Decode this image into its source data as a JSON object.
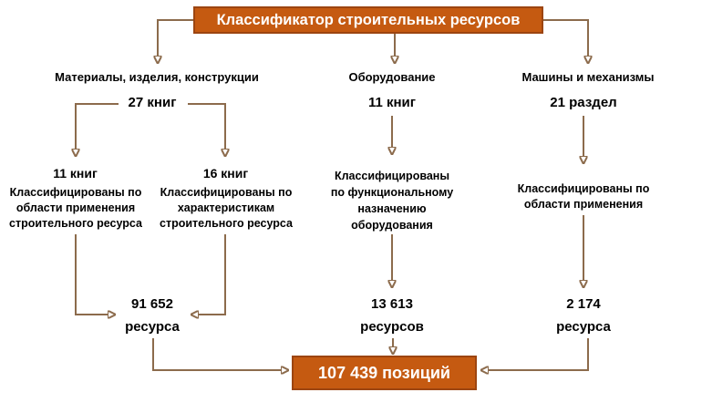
{
  "title": "Классификатор строительных ресурсов",
  "colors": {
    "box_fill": "#C55A11",
    "box_border": "#9C4511",
    "box_text": "#FFFFFF",
    "connector_line": "#8C6B4C",
    "text": "#000000"
  },
  "columns": [
    {
      "heading": "Материалы, изделия, конструкции",
      "count": "27 книг",
      "branches": [
        {
          "count": "11 книг",
          "desc_lines": [
            "Классифицированы по",
            "области применения",
            "строительного ресурса"
          ]
        },
        {
          "count": "16 книг",
          "desc_lines": [
            "Классифицированы по",
            "характеристикам",
            "строительного ресурса"
          ]
        }
      ],
      "result": {
        "value": "91 652",
        "unit": "ресурса"
      }
    },
    {
      "heading": "Оборудование",
      "count": "11 книг",
      "desc_lines": [
        "Классифицированы",
        "по функциональному",
        "назначению",
        "оборудования"
      ],
      "result": {
        "value": "13 613",
        "unit": "ресурсов"
      }
    },
    {
      "heading": "Машины и механизмы",
      "count": "21 раздел",
      "desc_lines": [
        "Классифицированы по",
        "области применения"
      ],
      "result": {
        "value": "2 174",
        "unit": "ресурса"
      }
    }
  ],
  "total": {
    "label": "107 439 позиций"
  }
}
